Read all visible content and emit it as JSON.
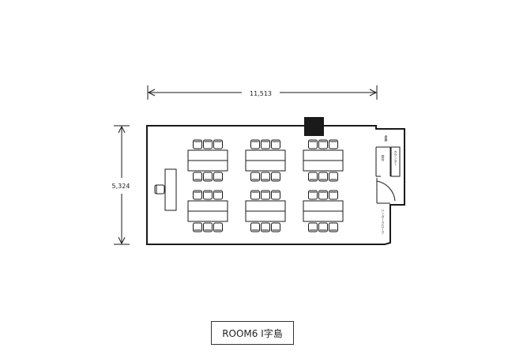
{
  "dimensions": {
    "width_label": "11,513",
    "height_label": "5,324"
  },
  "labels": {
    "storage": "倉庫",
    "counter": "カウンター",
    "reception": "受付",
    "hanger": "ハンガークローク"
  },
  "layout": {
    "table_groups_per_row": 3,
    "table_rows": 2,
    "chairs_per_table_side": 3
  },
  "caption": "ROOM6 I字島",
  "colors": {
    "line": "#1a1a1a",
    "fill": "#ffffff",
    "pillar": "#1a1a1a"
  }
}
